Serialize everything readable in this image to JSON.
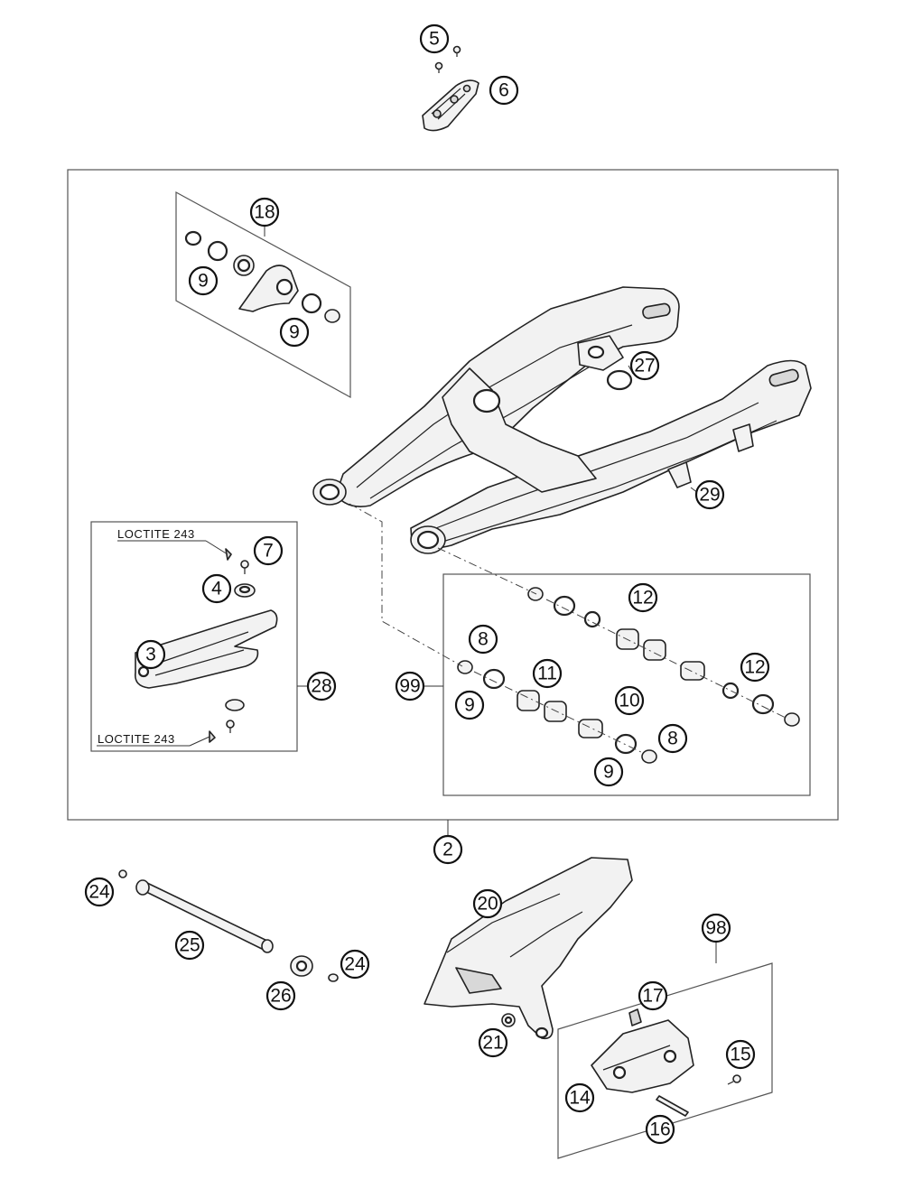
{
  "callouts": {
    "c5": "5",
    "c6": "6",
    "c18": "18",
    "c9a": "9",
    "c9b": "9",
    "c27": "27",
    "c29": "29",
    "c7": "7",
    "c4": "4",
    "c3": "3",
    "c28": "28",
    "c8a": "8",
    "c9c": "9",
    "c11": "11",
    "c99": "99",
    "c12a": "12",
    "c12b": "12",
    "c10": "10",
    "c8b": "8",
    "c9d": "9",
    "c2": "2",
    "c24a": "24",
    "c25": "25",
    "c24b": "24",
    "c26": "26",
    "c20": "20",
    "c21": "21",
    "c98": "98",
    "c17": "17",
    "c15": "15",
    "c14": "14",
    "c16": "16"
  },
  "notes": {
    "loctite_top": "LOCTITE 243",
    "loctite_bottom": "LOCTITE 243"
  },
  "colors": {
    "line": "#222222",
    "frame": "#555555",
    "part_fill": "#f2f2f2",
    "background": "#ffffff"
  }
}
